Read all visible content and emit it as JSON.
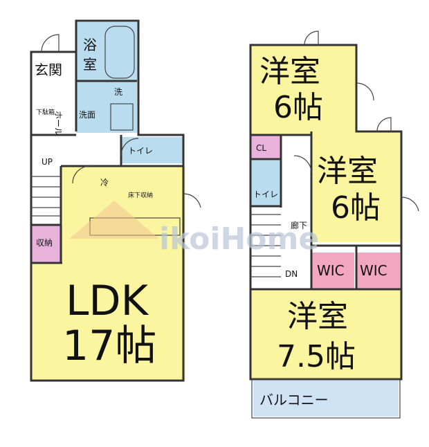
{
  "floor1": {
    "bath_1": "浴",
    "bath_2": "室",
    "entrance": "玄関",
    "hall": "ホール",
    "shoe": "下駄箱",
    "wash_1": "洗",
    "wash_2": "洗面",
    "toilet": "トイレ",
    "fridge": "冷",
    "floor_storage": "床下収納",
    "up": "UP",
    "storage": "収納",
    "ldk": "LDK",
    "ldk_size": "17帖"
  },
  "floor2": {
    "room1": "洋室",
    "room1_size": "6帖",
    "cl": "CL",
    "toilet": "トイレ",
    "room2": "洋室",
    "room2_size": "6帖",
    "corridor": "廊下",
    "dn": "DN",
    "wic1": "WIC",
    "wic2": "WIC",
    "room3": "洋室",
    "room3_size": "7.5帖",
    "balcony": "バルコニー"
  },
  "watermark": "ikoiHome",
  "colors": {
    "room_yellow": "#fbf5a0",
    "wet_blue": "#b9dcef",
    "wic_pink": "#f3a6bf",
    "storage_magenta": "#e9b2dd"
  }
}
